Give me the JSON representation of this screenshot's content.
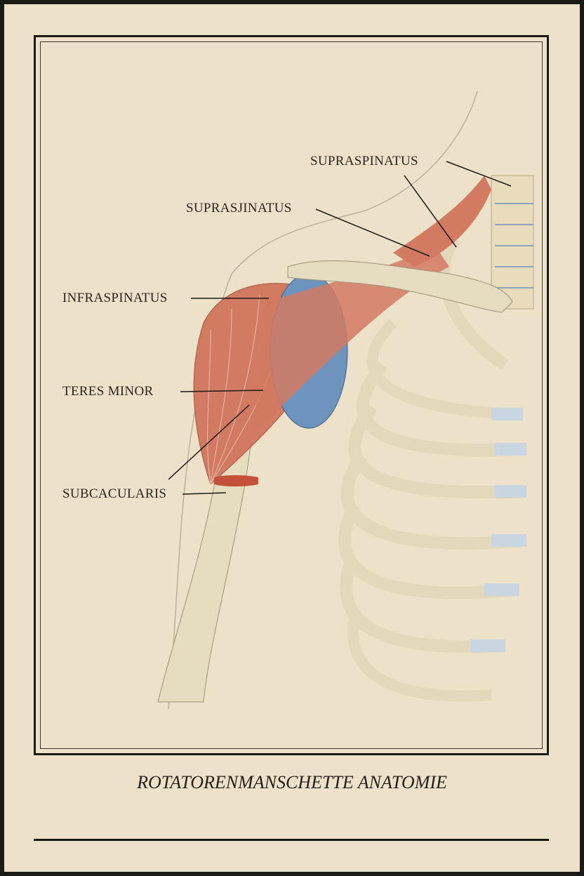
{
  "labels": {
    "supraspinatus_top": "SUPRASPINATUS",
    "supraspinatus_mid": "SUPRASJINATUS",
    "infraspinatus": "INFRASPINATUS",
    "teres_minor": "TERES MINOR",
    "subscapularis": "SUBCACULARIS"
  },
  "title": "ROTATORENMANSCHETTE ANATOMIE",
  "colors": {
    "paper": "#ede2c9",
    "muscle": "#d27a62",
    "bone": "#e6dcc0",
    "cartilage": "#6d94bd"
  }
}
